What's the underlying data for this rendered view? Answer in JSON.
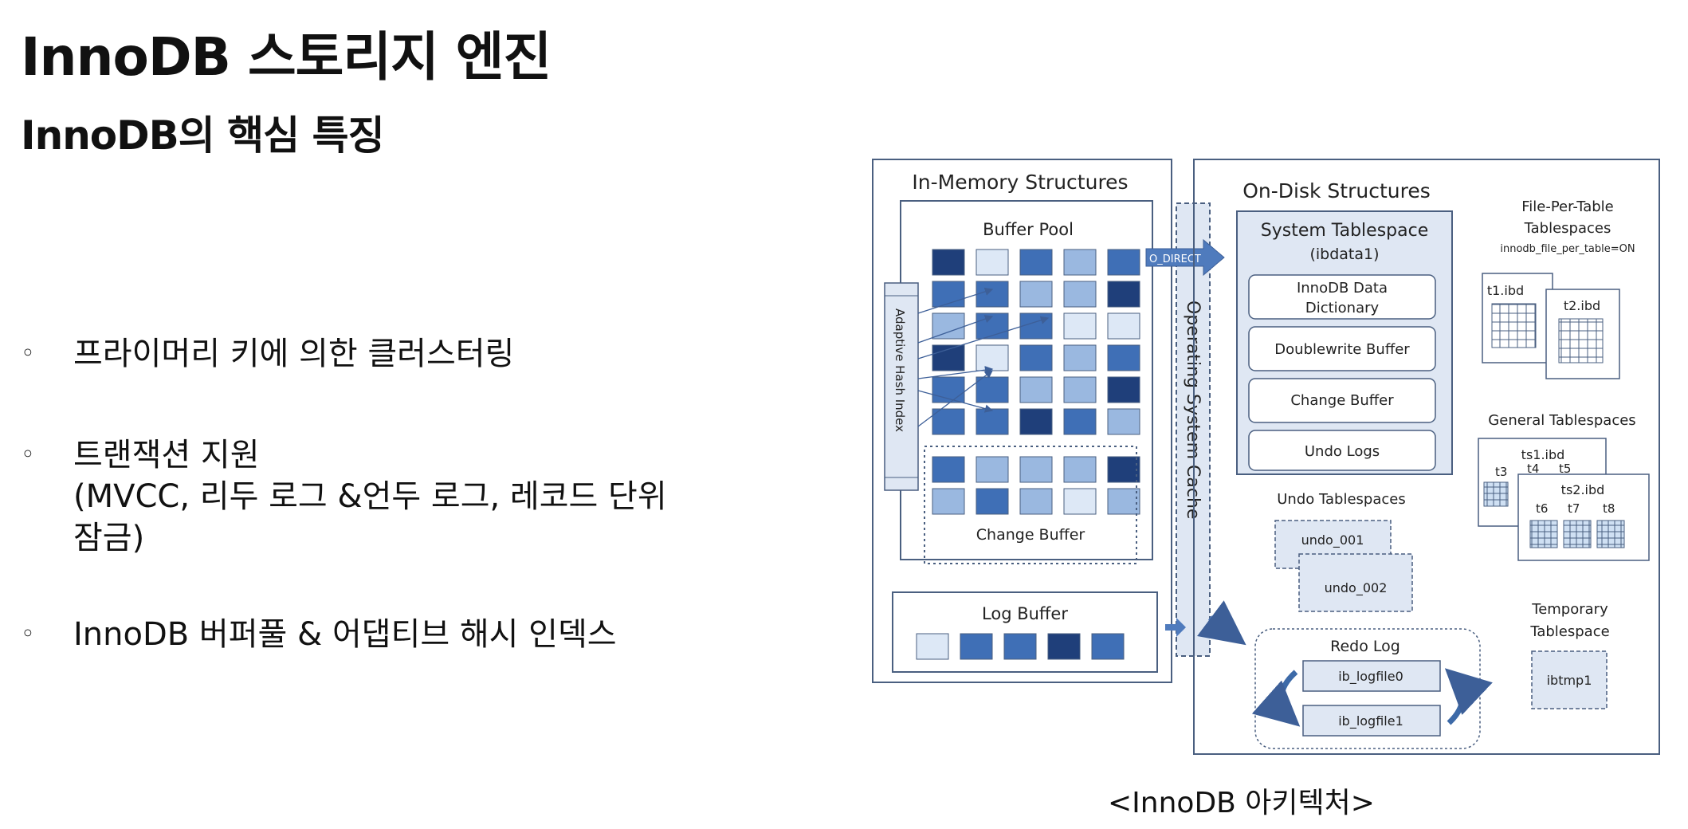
{
  "title": "InnoDB 스토리지 엔진",
  "subtitle": "InnoDB의 핵심 특징",
  "bullets": [
    {
      "mark": "◦",
      "lines": [
        "프라이머리 키에 의한 클러스터링"
      ]
    },
    {
      "mark": "◦",
      "lines": [
        "트랜잭션 지원",
        "(MVCC, 리두 로그 &언두 로그, 레코드 단위",
        "잠금)"
      ]
    },
    {
      "mark": "◦",
      "lines": [
        "InnoDB 버퍼풀 & 어댑티브 해시 인덱스"
      ]
    }
  ],
  "caption": "<InnoDB 아키텍처>",
  "diagram": {
    "in_memory_title": "In-Memory Structures",
    "buffer_pool": "Buffer Pool",
    "adaptive_hash_index": "Adaptive Hash Index",
    "change_buffer_mem": "Change Buffer",
    "log_buffer": "Log Buffer",
    "o_direct": "O_DIRECT",
    "os_cache": "Operating System Cache",
    "on_disk_title": "On-Disk Structures",
    "system_tablespace": "System Tablespace",
    "ibdata1": "(ibdata1)",
    "dictionary_line1": "InnoDB Data",
    "dictionary_line2": "Dictionary",
    "doublewrite_buffer": "Doublewrite Buffer",
    "change_buffer_disk": "Change Buffer",
    "undo_logs": "Undo Logs",
    "file_per_table_line1": "File-Per-Table",
    "file_per_table_line2": "Tablespaces",
    "file_per_table_setting": "innodb_file_per_table=ON",
    "t1": "t1.ibd",
    "t2": "t2.ibd",
    "general_tablespaces": "General Tablespaces",
    "ts1": "ts1.ibd",
    "ts2": "ts2.ibd",
    "t3": "t3",
    "t4": "t4",
    "t5": "t5",
    "t6": "t6",
    "t7": "t7",
    "t8": "t8",
    "undo_tablespaces": "Undo Tablespaces",
    "undo_001": "undo_001",
    "undo_002": "undo_002",
    "redo_log": "Redo Log",
    "ib_logfile0": "ib_logfile0",
    "ib_logfile1": "ib_logfile1",
    "temporary_line1": "Temporary",
    "temporary_line2": "Tablespace",
    "ibtmp1": "ibtmp1",
    "colors": {
      "border": "#4a5f80",
      "panel_fill": "#dfe7f3",
      "page_dark": "#1f3f7a",
      "page_mid": "#3f6fb6",
      "page_light": "#9ab8e0",
      "page_pale": "#dde8f6",
      "arrow": "#4f7bbd"
    }
  }
}
